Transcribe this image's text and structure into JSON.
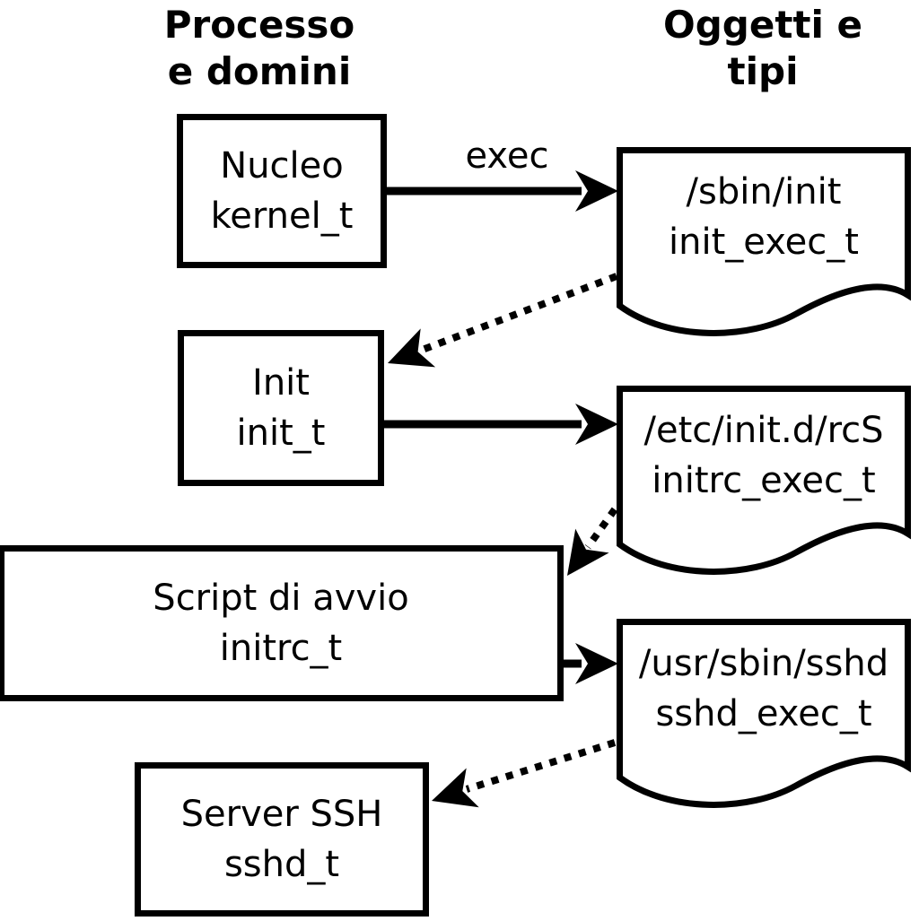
{
  "headers": {
    "left": {
      "text": "Processo\ne domini"
    },
    "right": {
      "text": "Oggetti e\ntipi"
    }
  },
  "arrows": {
    "exec_label": "exec"
  },
  "processes": [
    {
      "name": "Nucleo",
      "type": "kernel_t"
    },
    {
      "name": "Init",
      "type": "init_t"
    },
    {
      "name": "Script di avvio",
      "type": "initrc_t"
    },
    {
      "name": "Server SSH",
      "type": "sshd_t"
    }
  ],
  "objects": [
    {
      "path": "/sbin/init",
      "type": "init_exec_t"
    },
    {
      "path": "/etc/init.d/rcS",
      "type": "initrc_exec_t"
    },
    {
      "path": "/usr/sbin/sshd",
      "type": "sshd_exec_t"
    }
  ],
  "colors": {
    "foreground": "#000000",
    "background": "#ffffff"
  }
}
